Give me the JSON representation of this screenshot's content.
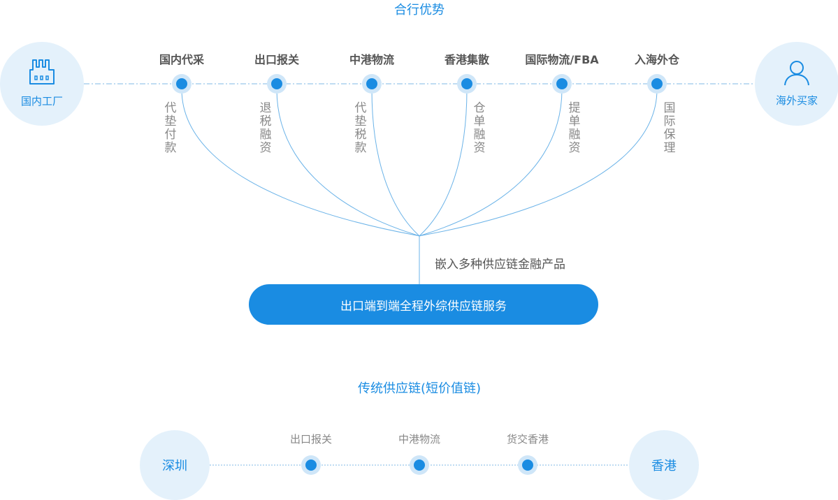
{
  "top": {
    "title": "合行优势",
    "left_node": {
      "label": "国内工厂",
      "icon": "factory-icon"
    },
    "right_node": {
      "label": "海外买家",
      "icon": "user-icon"
    },
    "stages": [
      {
        "label": "国内代采",
        "finance": "代垫付款"
      },
      {
        "label": "出口报关",
        "finance": "退税融资"
      },
      {
        "label": "中港物流",
        "finance": "代垫税款"
      },
      {
        "label": "香港集散",
        "finance": "仓单融资"
      },
      {
        "label": "国际物流/FBA",
        "finance": "提单融资"
      },
      {
        "label": "入海外仓",
        "finance": "国际保理"
      }
    ],
    "merge_label": "嵌入多种供应链金融产品",
    "service_button": "出口端到端全程外综供应链服务"
  },
  "bottom": {
    "title": "传统供应链(短价值链)",
    "left_node": "深圳",
    "right_node": "香港",
    "stages": [
      "出口报关",
      "中港物流",
      "货交香港"
    ]
  },
  "colors": {
    "accent": "#1a8ce2",
    "halo": "#e4f1fb",
    "line": "#6bb3e8",
    "text_gray": "#888888"
  }
}
